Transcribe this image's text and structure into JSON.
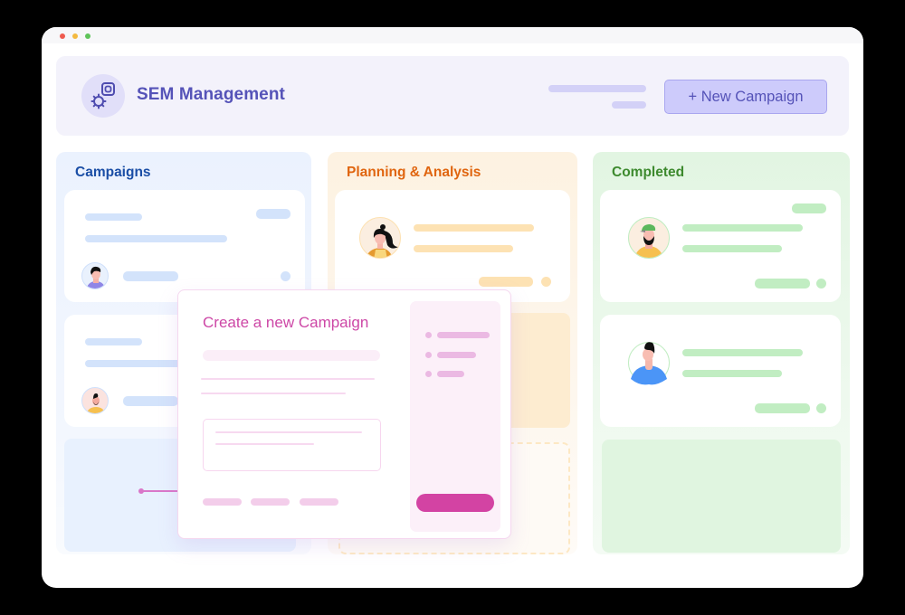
{
  "window": {
    "controls": [
      "close",
      "minimize",
      "maximize"
    ]
  },
  "header": {
    "title": "SEM Management",
    "icon": "gear-settings-icon",
    "new_button_label": "+ New Campaign"
  },
  "columns": [
    {
      "title": "Campaigns",
      "accent": "#1b4ea6",
      "bar_color": "#d3e3fb",
      "cards": [
        {
          "avatar": "man-purple-hoodie-avatar"
        },
        {
          "avatar": "bearded-man-yellow-avatar"
        }
      ]
    },
    {
      "title": "Planning & Analysis",
      "accent": "#e0650f",
      "bar_color": "#fde2b3",
      "cards": [
        {
          "avatar": "woman-orange-jacket-avatar"
        }
      ]
    },
    {
      "title": "Completed",
      "accent": "#3d8a2e",
      "bar_color": "#c1edc2",
      "cards": [
        {
          "avatar": "man-green-cap-avatar"
        },
        {
          "avatar": "man-blue-shirt-avatar"
        }
      ]
    }
  ],
  "modal": {
    "title": "Create a new Campaign",
    "accent": "#d343a3"
  }
}
